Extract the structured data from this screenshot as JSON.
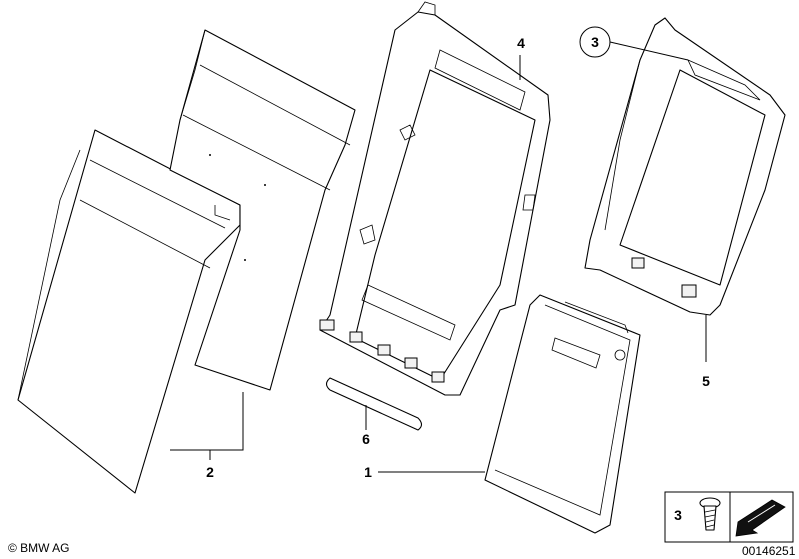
{
  "callouts": {
    "part1": "1",
    "part2": "2",
    "part3": "3",
    "part4": "4",
    "part5": "5",
    "part6": "6"
  },
  "legend": {
    "screw_number": "3"
  },
  "footer": {
    "copyright": "© BMW AG",
    "diagram_id": "00146251"
  }
}
